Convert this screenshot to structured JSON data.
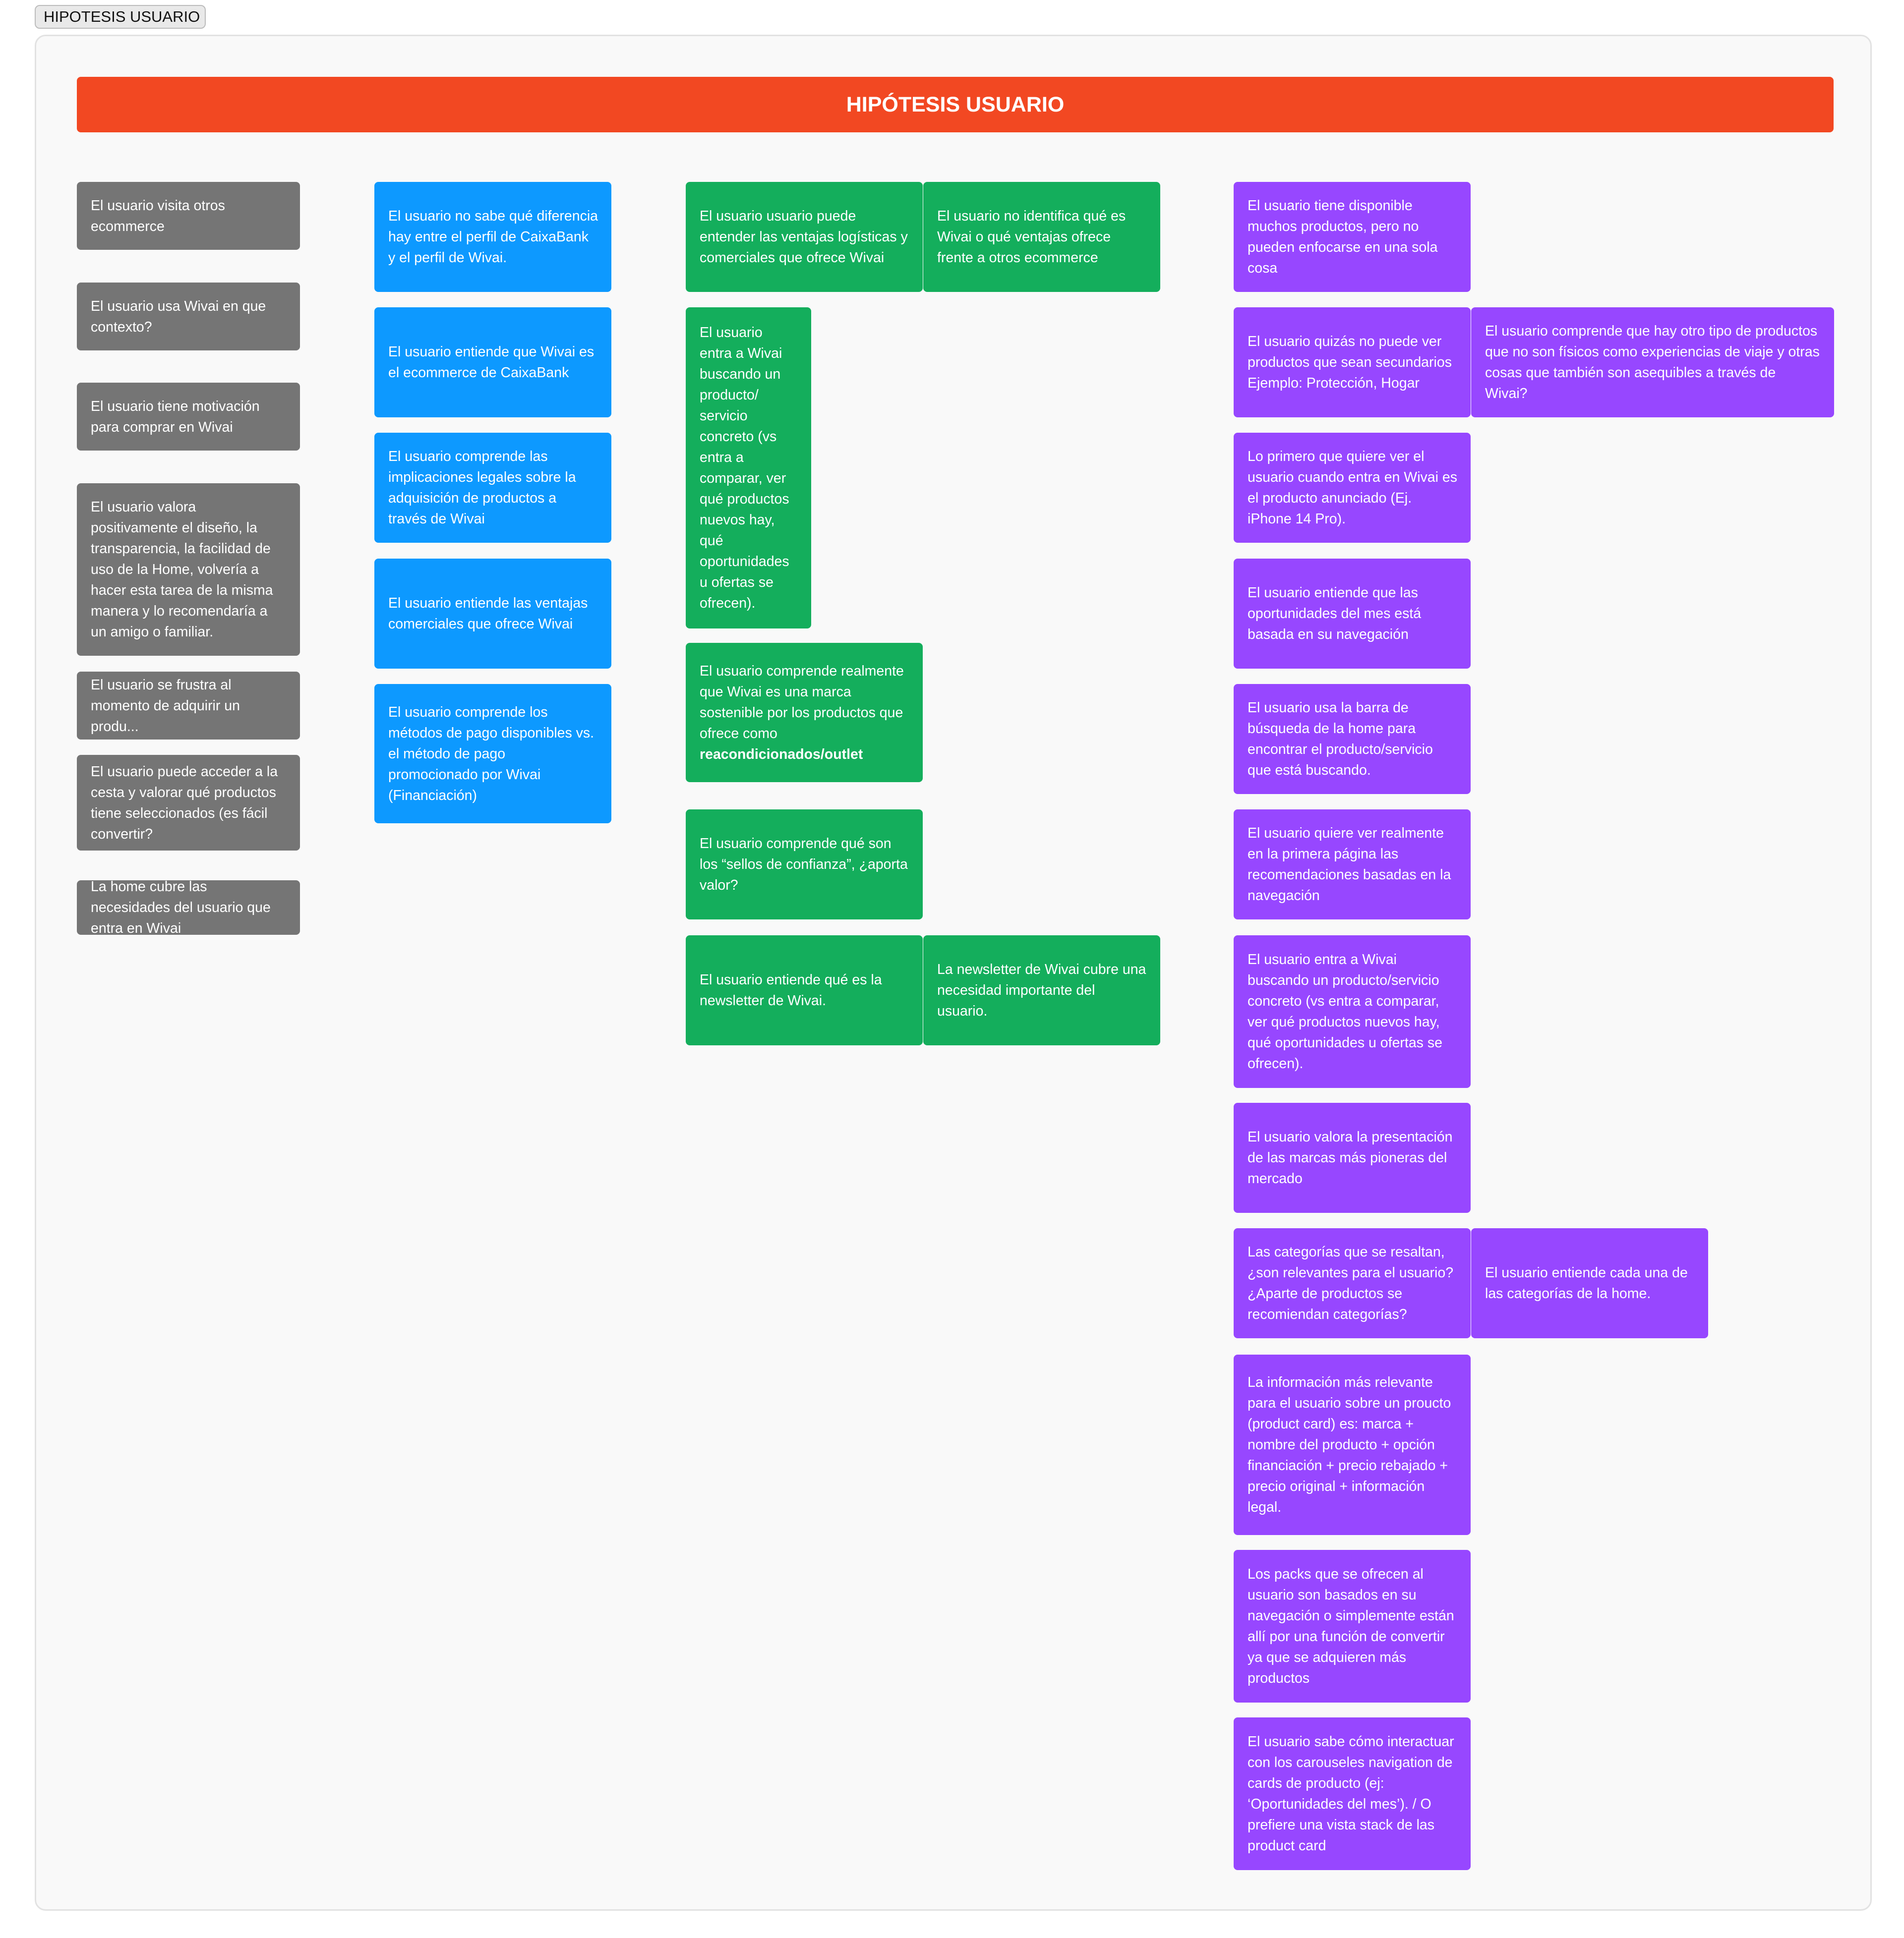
{
  "frame_label": "HIPOTESIS USUARIO",
  "banner_title": "HIPÓTESIS USUARIO",
  "colors": {
    "banner": "#f24822",
    "gray": "#757575",
    "blue": "#0d99ff",
    "green": "#14ae5c",
    "purple": "#9747ff"
  },
  "cards": {
    "gray": [
      "El usuario visita otros ecommerce",
      "El usuario usa Wivai en que contexto?",
      "El usuario tiene motivación para comprar en Wivai",
      "El usuario valora positivamente el diseño, la transparencia, la facilidad de uso de la Home, volvería a hacer esta tarea de la misma manera y lo recomendaría a un amigo o familiar.",
      "El usuario se frustra al momento de adquirir un produ...",
      "El usuario puede acceder a la cesta y valorar qué productos tiene seleccionados (es fácil convertir?",
      "La home cubre las necesidades del usuario que entra en Wivai"
    ],
    "blue": [
      "El usuario no sabe qué diferencia hay entre el perfil de CaixaBank y el perfil de Wivai.",
      "El usuario entiende que Wivai es el ecommerce de CaixaBank",
      "El usuario comprende las implicaciones legales sobre la adquisición de productos a través de Wivai",
      "El usuario entiende las ventajas comerciales que ofrece Wivai",
      "El usuario comprende los métodos de pago disponibles vs. el método de pago promocionado por Wivai (Financiación)"
    ],
    "green": [
      "El usuario usuario puede entender las ventajas logísticas y comerciales que ofrece Wivai",
      "El usuario no identifica qué es Wivai o qué ventajas ofrece frente a otros ecommerce",
      "El usuario entra a Wivai buscando un producto/ servicio concreto (vs entra a comparar, ver qué productos nuevos hay, qué oportunidades u ofertas se ofrecen).",
      "El usuario comprende realmente que Wivai es una marca sostenible por los productos que ofrece como",
      "reacondicionados/outlet",
      "El usuario comprende qué son los “sellos de confianza”, ¿aporta valor?",
      "El usuario entiende qué es la newsletter de Wivai.",
      "La newsletter de Wivai cubre una necesidad importante del usuario."
    ],
    "purple": [
      "El usuario tiene disponible muchos productos, pero no pueden enfocarse en una sola cosa",
      "El usuario quizás no puede ver productos que sean secundarios\nEjemplo: Protección, Hogar",
      "El usuario comprende que hay otro tipo de productos que no son físicos como experiencias de viaje y otras cosas que también son asequibles a través de Wivai?",
      "Lo primero que quiere ver el usuario cuando entra en Wivai es el producto anunciado (Ej. iPhone 14 Pro).",
      "El usuario entiende que las oportunidades del mes está basada en su navegación",
      "El usuario usa la barra de búsqueda de la home para encontrar el producto/servicio que está buscando.",
      "El usuario quiere ver realmente en la primera página las recomendaciones basadas en la navegación",
      "El usuario entra a Wivai buscando un producto/servicio concreto (vs entra a comparar, ver qué productos nuevos hay, qué oportunidades u ofertas se ofrecen).",
      "El usuario valora la presentación de las marcas más pioneras del mercado",
      "Las categorías que se resaltan, ¿son relevantes para el usuario? ¿Aparte de productos se recomiendan categorías?",
      "El usuario entiende cada una de las categorías de la home.",
      "La información más relevante para el usuario sobre un proucto (product card) es: marca + nombre del producto + opción financiación + precio rebajado + precio original + información legal.",
      "Los packs que se ofrecen al usuario son basados en su navegación o simplemente están allí por una función de convertir ya que se adquieren más productos",
      "El usuario sabe cómo interactuar con los carouseles navigation de cards de producto (ej: ‘Oportunidades del mes’). / O prefiere una vista stack de las product card"
    ]
  }
}
